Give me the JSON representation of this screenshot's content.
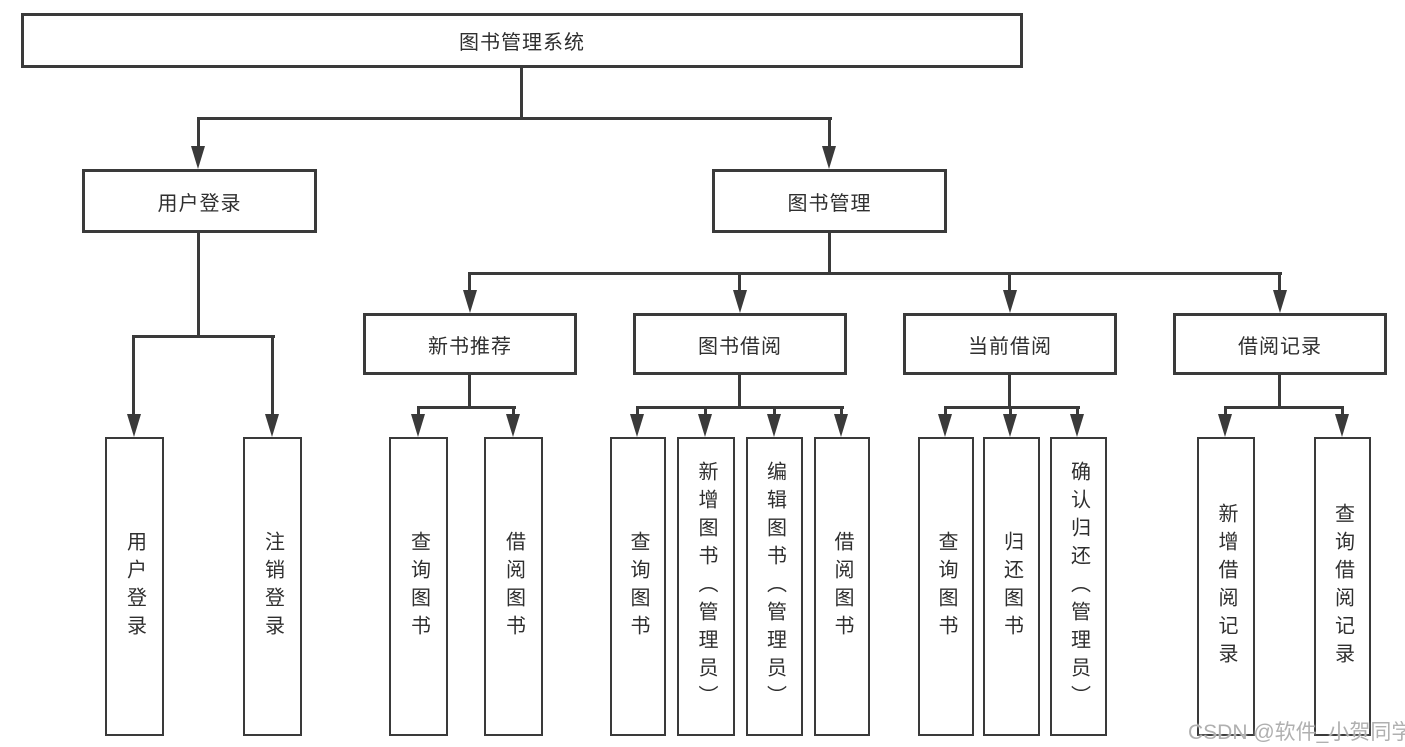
{
  "colors": {
    "line": "#3a3a3a",
    "text": "#2f2f2f",
    "background": "#ffffff",
    "watermark": "#b0b0b0"
  },
  "watermark": {
    "text": "CSDN @软件_小贺同学"
  },
  "tree": {
    "label": "图书管理系统",
    "children": [
      {
        "label": "用户登录",
        "children": [
          {
            "label": "用户登录"
          },
          {
            "label": "注销登录"
          }
        ]
      },
      {
        "label": "图书管理",
        "children": [
          {
            "label": "新书推荐",
            "children": [
              {
                "label": "查询图书"
              },
              {
                "label": "借阅图书"
              }
            ]
          },
          {
            "label": "图书借阅",
            "children": [
              {
                "label": "查询图书"
              },
              {
                "label": "新增图书（管理员）"
              },
              {
                "label": "编辑图书（管理员）"
              },
              {
                "label": "借阅图书"
              }
            ]
          },
          {
            "label": "当前借阅",
            "children": [
              {
                "label": "查询图书"
              },
              {
                "label": "归还图书"
              },
              {
                "label": "确认归还（管理员）"
              }
            ]
          },
          {
            "label": "借阅记录",
            "children": [
              {
                "label": "新增借阅记录"
              },
              {
                "label": "查询借阅记录"
              }
            ]
          }
        ]
      }
    ]
  }
}
